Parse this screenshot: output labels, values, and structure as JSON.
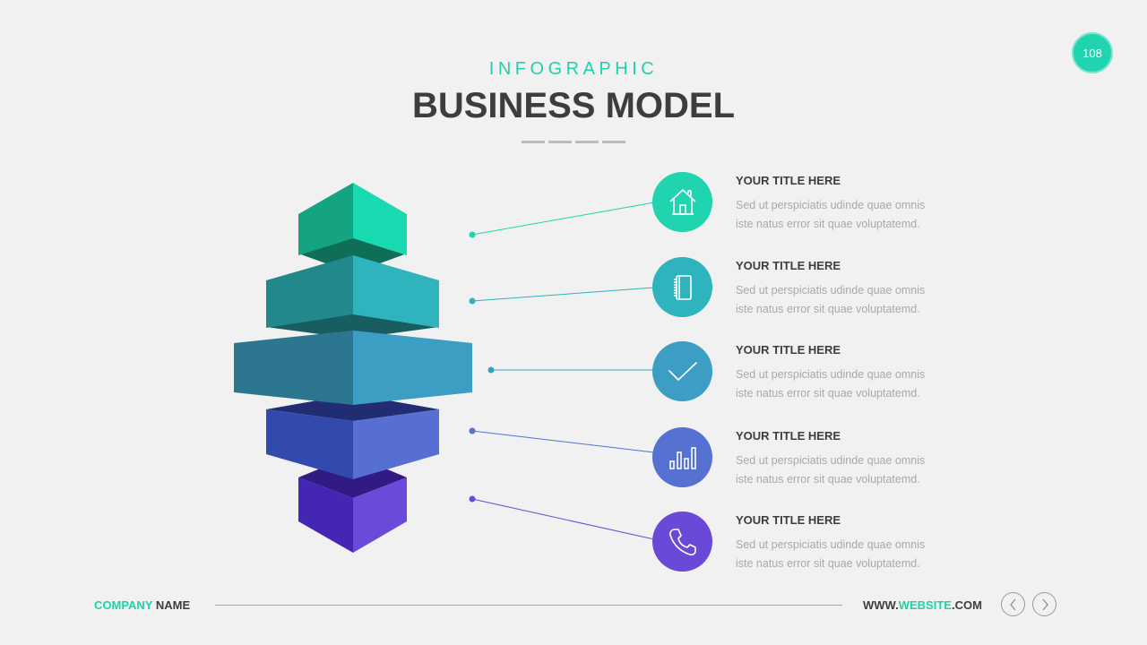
{
  "page_number": "108",
  "header": {
    "eyebrow": "INFOGRAPHIC",
    "title": "BUSINESS MODEL"
  },
  "colors": {
    "accent": "#22d0ac",
    "title": "#3d3d3d",
    "body_text": "#a9a9a9",
    "background": "#f1f1f1"
  },
  "items": [
    {
      "title": "YOUR TITLE HERE",
      "line1": "Sed ut perspiciatis udinde quae omnis",
      "line2": "iste natus error sit quae voluptatemd.",
      "icon": "house-icon",
      "color": "#1fd4ae"
    },
    {
      "title": "YOUR TITLE HERE",
      "line1": "Sed ut perspiciatis udinde quae omnis",
      "line2": "iste natus error sit quae voluptatemd.",
      "icon": "notebook-icon",
      "color": "#2fb3bd"
    },
    {
      "title": "YOUR TITLE HERE",
      "line1": "Sed ut perspiciatis udinde quae omnis",
      "line2": "iste natus error sit quae voluptatemd.",
      "icon": "checkmark-icon",
      "color": "#3c9ec4"
    },
    {
      "title": "YOUR TITLE HERE",
      "line1": "Sed ut perspiciatis udinde quae omnis",
      "line2": "iste natus error sit quae voluptatemd.",
      "icon": "bar-chart-icon",
      "color": "#5571d2"
    },
    {
      "title": "YOUR TITLE HERE",
      "line1": "Sed ut perspiciatis udinde quae omnis",
      "line2": "iste natus error sit quae voluptatemd.",
      "icon": "phone-icon",
      "color": "#6a49d6"
    }
  ],
  "blocks": [
    {
      "left": "#14a482",
      "right": "#19d9b0",
      "under": "#0f6e58"
    },
    {
      "left": "#22888c",
      "right": "#2fb3bd",
      "under": "#185d60"
    },
    {
      "left": "#2d7690",
      "right": "#3d9ec4",
      "under": "#1f5a6c"
    },
    {
      "left": "#3249ad",
      "right": "#566fd1",
      "under": "#212d72"
    },
    {
      "left": "#4526b4",
      "right": "#6c4ad9",
      "under": "#321a84"
    }
  ],
  "footer": {
    "company_accent": "COMPANY",
    "company_rest": " NAME",
    "web_prefix": "WWW.",
    "web_accent": "WEBSITE",
    "web_suffix": ".COM",
    "prev_icon": "chevron-left-icon",
    "next_icon": "chevron-right-icon"
  }
}
